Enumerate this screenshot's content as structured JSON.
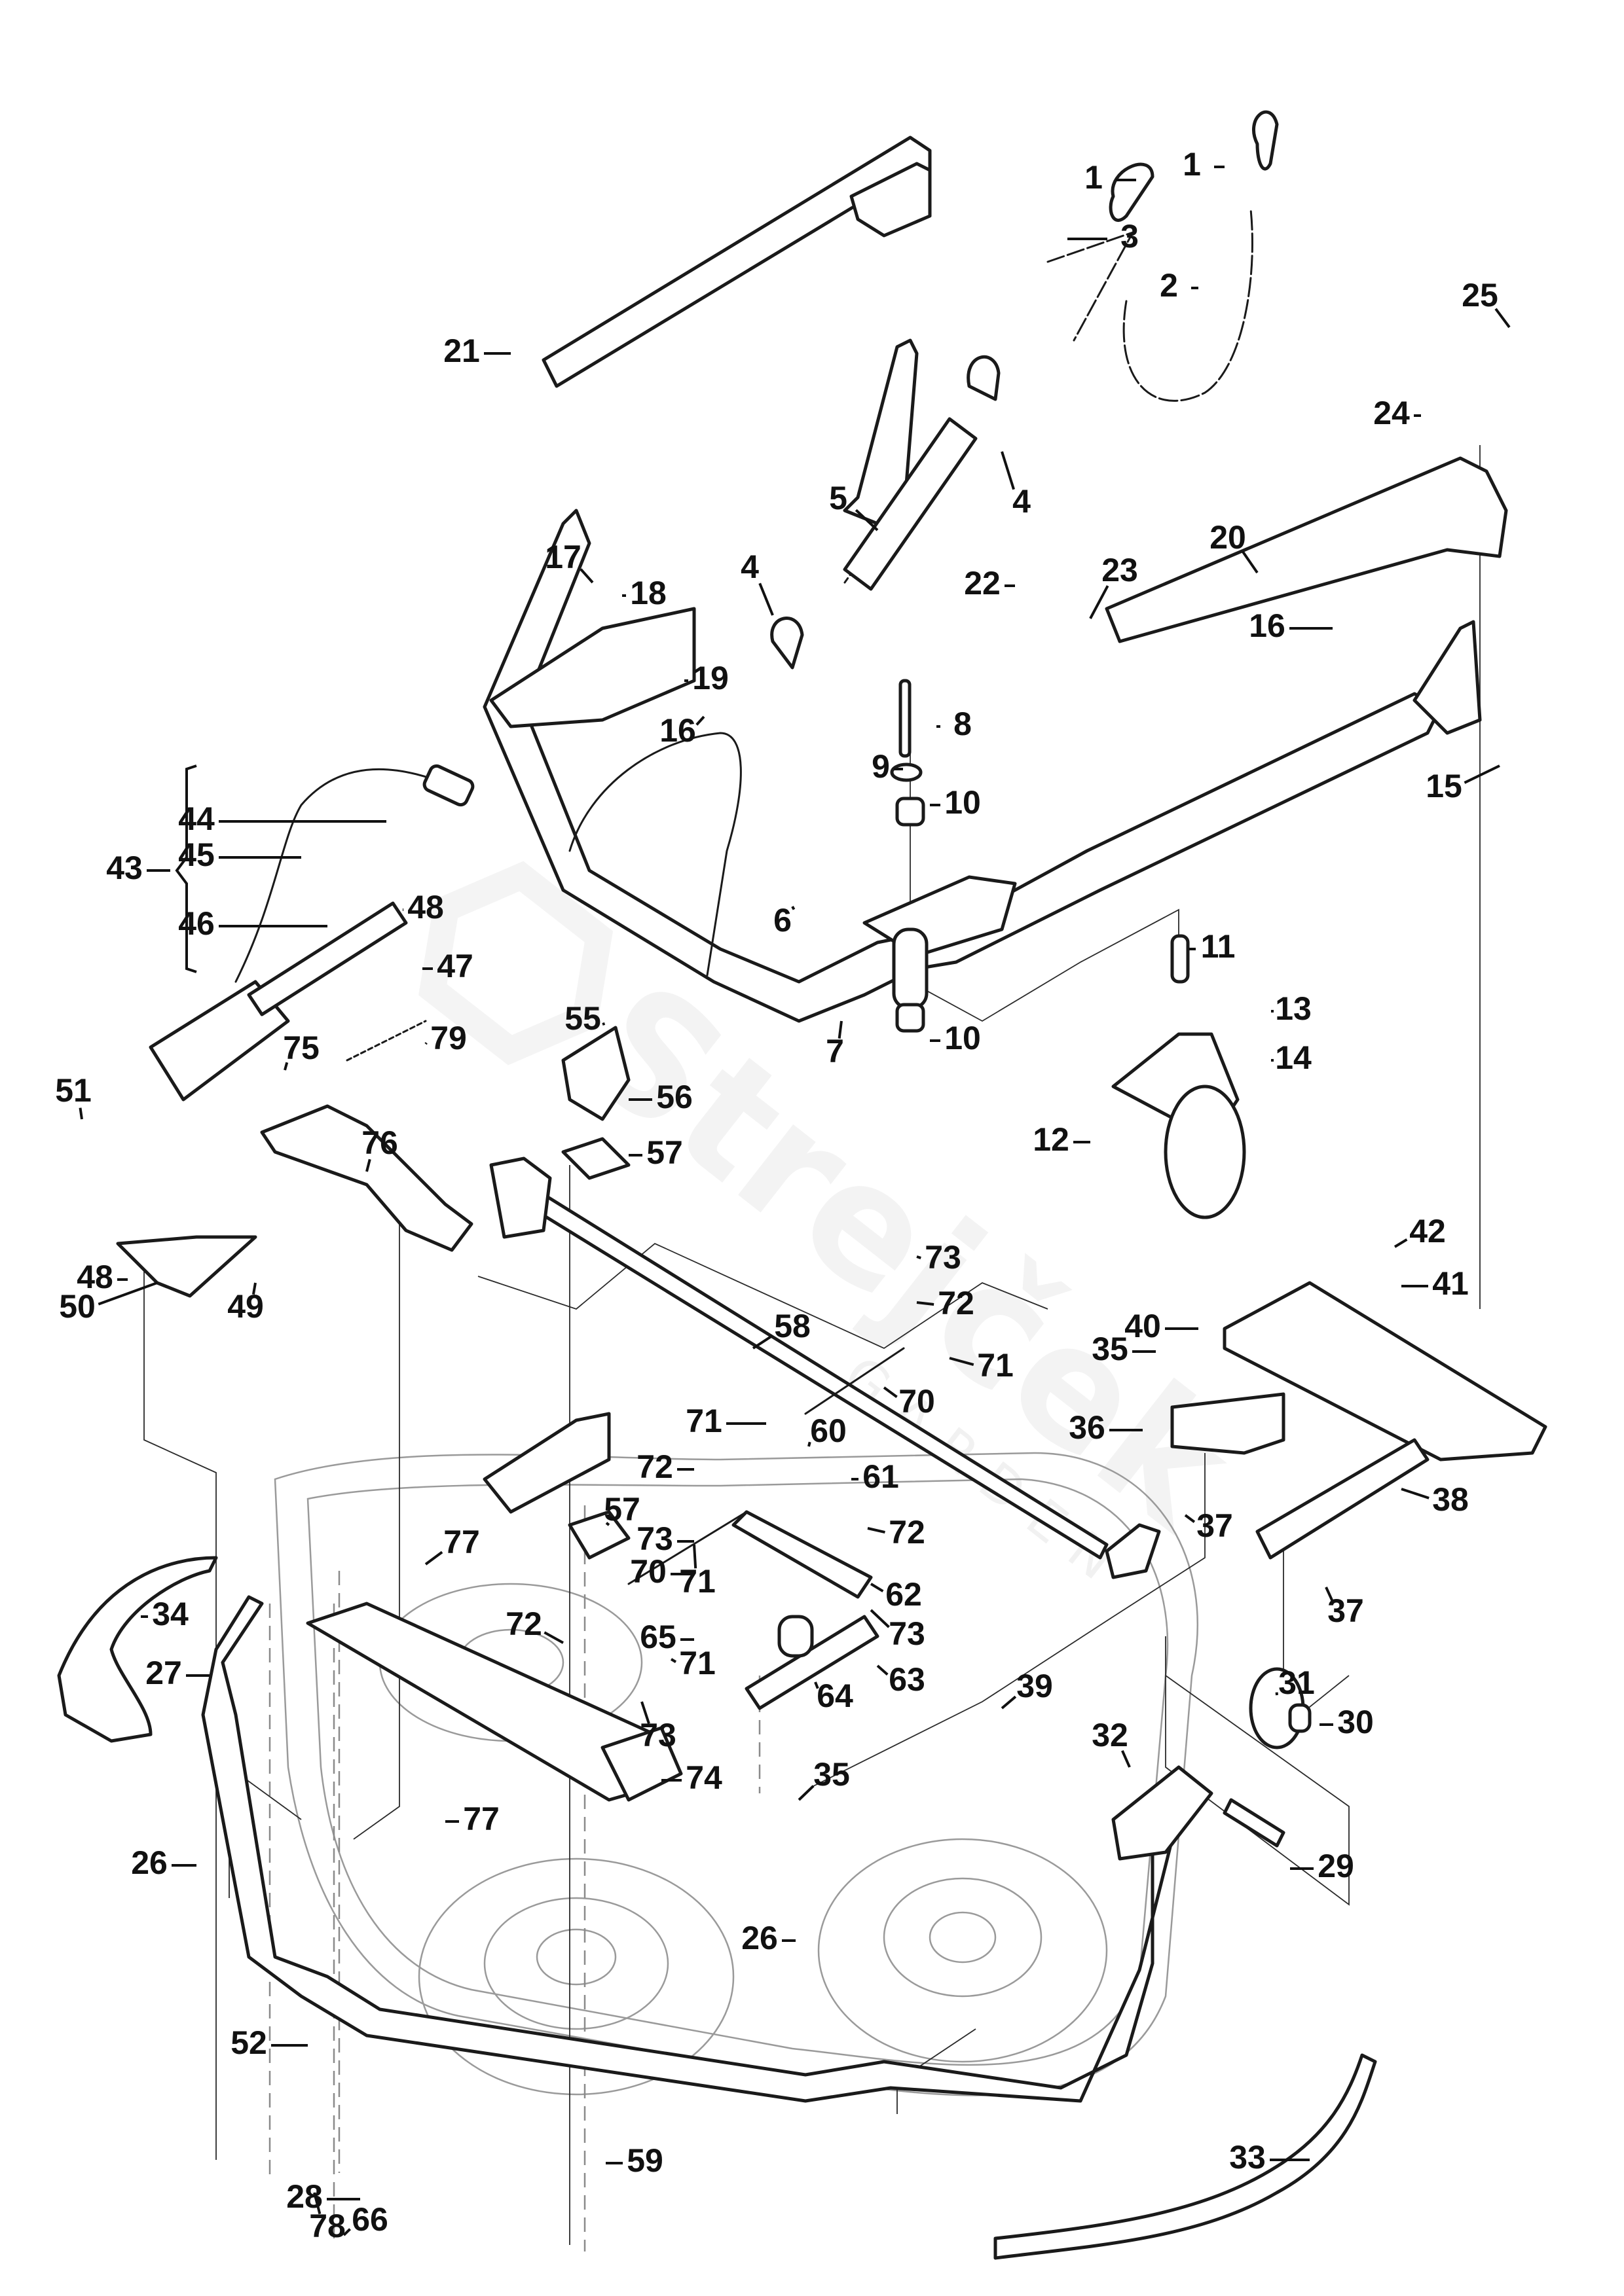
{
  "diagram": {
    "title": "Mower deck lift and suspension assembly – exploded parts view",
    "watermark": {
      "brand": "Strejček",
      "sub": "GARDEN"
    },
    "bracket_group": {
      "label": "43",
      "members": [
        "44",
        "45",
        "46"
      ]
    },
    "callouts": [
      {
        "id": "c1a",
        "label": "1",
        "part": "chain hook"
      },
      {
        "id": "c1b",
        "label": "1",
        "part": "chain hook"
      },
      {
        "id": "c2",
        "label": "2",
        "part": "chain"
      },
      {
        "id": "c3",
        "label": "3",
        "part": "chain"
      },
      {
        "id": "c4a",
        "label": "4",
        "part": "shackle with pin"
      },
      {
        "id": "c4b",
        "label": "4",
        "part": "shackle with pin"
      },
      {
        "id": "c5",
        "label": "5",
        "part": "spring"
      },
      {
        "id": "c6",
        "label": "6",
        "part": "front lift frame"
      },
      {
        "id": "c7",
        "label": "7",
        "part": "grease nipple"
      },
      {
        "id": "c8",
        "label": "8",
        "part": "bolt"
      },
      {
        "id": "c9",
        "label": "9",
        "part": "washer"
      },
      {
        "id": "c10a",
        "label": "10",
        "part": "bushing"
      },
      {
        "id": "c10b",
        "label": "10",
        "part": "bushing"
      },
      {
        "id": "c11",
        "label": "11",
        "part": "pin"
      },
      {
        "id": "c12",
        "label": "12",
        "part": "caster wheel"
      },
      {
        "id": "c13",
        "label": "13",
        "part": "washer"
      },
      {
        "id": "c14",
        "label": "14",
        "part": "nut"
      },
      {
        "id": "c15",
        "label": "15",
        "part": "bolt"
      },
      {
        "id": "c16a",
        "label": "16",
        "part": "nut"
      },
      {
        "id": "c16b",
        "label": "16",
        "part": "nut"
      },
      {
        "id": "c17",
        "label": "17",
        "part": "bolt"
      },
      {
        "id": "c18",
        "label": "18",
        "part": "nut"
      },
      {
        "id": "c19",
        "label": "19",
        "part": "spacer"
      },
      {
        "id": "c20",
        "label": "20",
        "part": "right lift arm"
      },
      {
        "id": "c21",
        "label": "21",
        "part": "left lift arm"
      },
      {
        "id": "c22",
        "label": "22",
        "part": "bolt"
      },
      {
        "id": "c23",
        "label": "23",
        "part": "washer"
      },
      {
        "id": "c24",
        "label": "24",
        "part": "washer"
      },
      {
        "id": "c25",
        "label": "25",
        "part": "hair pin clip"
      },
      {
        "id": "c26a",
        "label": "26",
        "part": "screw"
      },
      {
        "id": "c26b",
        "label": "26",
        "part": "screw"
      },
      {
        "id": "c27",
        "label": "27",
        "part": "deck bumper frame"
      },
      {
        "id": "c28",
        "label": "28",
        "part": "nut"
      },
      {
        "id": "c29",
        "label": "29",
        "part": "bolt"
      },
      {
        "id": "c30",
        "label": "30",
        "part": "spacer"
      },
      {
        "id": "c31",
        "label": "31",
        "part": "roller"
      },
      {
        "id": "c32",
        "label": "32",
        "part": "nut"
      },
      {
        "id": "c33",
        "label": "33",
        "part": "right skid plate"
      },
      {
        "id": "c34",
        "label": "34",
        "part": "left skid plate"
      },
      {
        "id": "c35a",
        "label": "35",
        "part": "screw"
      },
      {
        "id": "c35b",
        "label": "35",
        "part": "screw"
      },
      {
        "id": "c36",
        "label": "36",
        "part": "deflector"
      },
      {
        "id": "c37a",
        "label": "37",
        "part": "nut"
      },
      {
        "id": "c37b",
        "label": "37",
        "part": "nut"
      },
      {
        "id": "c38",
        "label": "38",
        "part": "bracket"
      },
      {
        "id": "c39",
        "label": "39",
        "part": "screw"
      },
      {
        "id": "c40",
        "label": "40",
        "part": "discharge cover"
      },
      {
        "id": "c41",
        "label": "41",
        "part": "washer"
      },
      {
        "id": "c42",
        "label": "42",
        "part": "nut"
      },
      {
        "id": "c43",
        "label": "43",
        "part": "electric actuator kit"
      },
      {
        "id": "c44",
        "label": "44",
        "part": "connector"
      },
      {
        "id": "c45",
        "label": "45",
        "part": "cable"
      },
      {
        "id": "c46",
        "label": "46",
        "part": "actuator"
      },
      {
        "id": "c47",
        "label": "47",
        "part": "pin"
      },
      {
        "id": "c48a",
        "label": "48",
        "part": "clip"
      },
      {
        "id": "c48b",
        "label": "48",
        "part": "clip"
      },
      {
        "id": "c49",
        "label": "49",
        "part": "pin"
      },
      {
        "id": "c50",
        "label": "50",
        "part": "actuator bracket"
      },
      {
        "id": "c51",
        "label": "51",
        "part": "screw"
      },
      {
        "id": "c52",
        "label": "52",
        "part": "nut"
      },
      {
        "id": "c55",
        "label": "55",
        "part": "screw"
      },
      {
        "id": "c56",
        "label": "56",
        "part": "plate"
      },
      {
        "id": "c57a",
        "label": "57",
        "part": "bracket"
      },
      {
        "id": "c57b",
        "label": "57",
        "part": "bracket"
      },
      {
        "id": "c58",
        "label": "58",
        "part": "rear lift rod"
      },
      {
        "id": "c59",
        "label": "59",
        "part": "nut"
      },
      {
        "id": "c60",
        "label": "60",
        "part": "bolt"
      },
      {
        "id": "c61",
        "label": "61",
        "part": "washer"
      },
      {
        "id": "c62",
        "label": "62",
        "part": "lever"
      },
      {
        "id": "c63",
        "label": "63",
        "part": "pivot bracket"
      },
      {
        "id": "c64",
        "label": "64",
        "part": "washer"
      },
      {
        "id": "c65",
        "label": "65",
        "part": "screw"
      },
      {
        "id": "c66",
        "label": "66",
        "part": "nut"
      },
      {
        "id": "c70a",
        "label": "70",
        "part": "tie rod"
      },
      {
        "id": "c70b",
        "label": "70",
        "part": "tie rod"
      },
      {
        "id": "c71a",
        "label": "71",
        "part": "nut"
      },
      {
        "id": "c71b",
        "label": "71",
        "part": "nut"
      },
      {
        "id": "c71c",
        "label": "71",
        "part": "nut"
      },
      {
        "id": "c71d",
        "label": "71",
        "part": "nut"
      },
      {
        "id": "c72a",
        "label": "72",
        "part": "ball joint"
      },
      {
        "id": "c72b",
        "label": "72",
        "part": "ball joint"
      },
      {
        "id": "c72c",
        "label": "72",
        "part": "ball joint"
      },
      {
        "id": "c72d",
        "label": "72",
        "part": "ball joint"
      },
      {
        "id": "c73a",
        "label": "73",
        "part": "nut"
      },
      {
        "id": "c73b",
        "label": "73",
        "part": "nut"
      },
      {
        "id": "c73c",
        "label": "73",
        "part": "nut"
      },
      {
        "id": "c73d",
        "label": "73",
        "part": "nut"
      },
      {
        "id": "c74",
        "label": "74",
        "part": "rear hanger arm"
      },
      {
        "id": "c75",
        "label": "75",
        "part": "screw"
      },
      {
        "id": "c76",
        "label": "76",
        "part": "spring bracket"
      },
      {
        "id": "c77a",
        "label": "77",
        "part": "bracket"
      },
      {
        "id": "c77b",
        "label": "77",
        "part": "bracket"
      },
      {
        "id": "c78",
        "label": "78",
        "part": "nut"
      },
      {
        "id": "c79",
        "label": "79",
        "part": "spring"
      }
    ]
  }
}
